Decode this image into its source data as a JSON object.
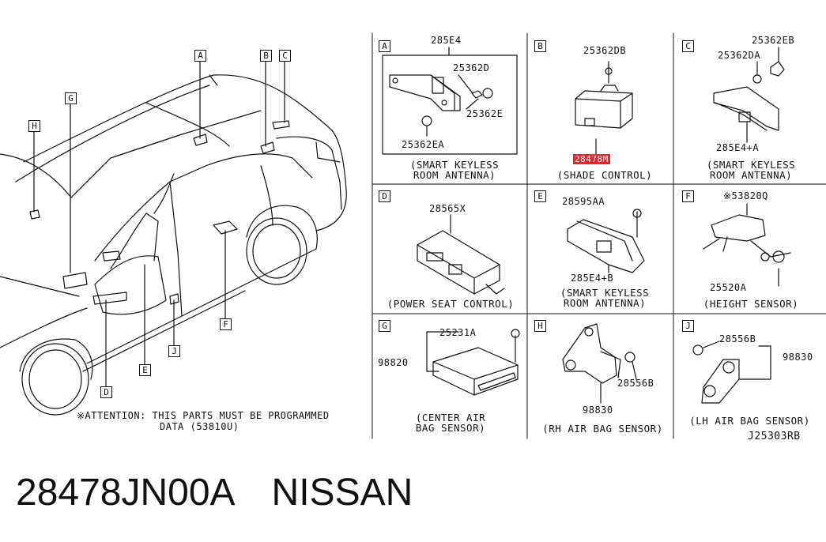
{
  "overview": {
    "markers": [
      "A",
      "B",
      "C",
      "G",
      "H",
      "J",
      "E",
      "F",
      "D"
    ],
    "attention_line1": "※ATTENTION: THIS PARTS MUST BE PROGRAMMED",
    "attention_line2": "DATA (53810U)"
  },
  "panels": {
    "A": {
      "letter": "A",
      "parts": [
        "285E4",
        "25362D",
        "25362E",
        "25362EA"
      ],
      "caption_line1": "(SMART KEYLESS",
      "caption_line2": "ROOM ANTENNA)"
    },
    "B": {
      "letter": "B",
      "parts": [
        "25362DB",
        "28478M"
      ],
      "caption_line1": "(SHADE CONTROL)"
    },
    "C": {
      "letter": "C",
      "parts": [
        "25362EB",
        "25362DA",
        "285E4+A"
      ],
      "caption_line1": "(SMART KEYLESS",
      "caption_line2": "ROOM ANTENNA)"
    },
    "D": {
      "letter": "D",
      "parts": [
        "28565X"
      ],
      "caption_line1": "(POWER SEAT CONTROL)"
    },
    "E": {
      "letter": "E",
      "parts": [
        "28595AA",
        "285E4+B"
      ],
      "caption_line1": "(SMART KEYLESS",
      "caption_line2": "ROOM ANTENNA)"
    },
    "F": {
      "letter": "F",
      "parts": [
        "※53820Q",
        "25520A"
      ],
      "caption_line1": "(HEIGHT SENSOR)"
    },
    "G": {
      "letter": "G",
      "parts": [
        "25231A",
        "98820"
      ],
      "caption_line1": "(CENTER AIR",
      "caption_line2": "BAG SENSOR)"
    },
    "H": {
      "letter": "H",
      "parts": [
        "28556B",
        "98830"
      ],
      "caption_line1": "(RH AIR BAG SENSOR)"
    },
    "J": {
      "letter": "J",
      "parts": [
        "28556B",
        "98830"
      ],
      "caption_line1": "(LH AIR BAG SENSOR)"
    }
  },
  "diagram_code": "J25303RB",
  "footer": {
    "part_number": "28478JN00A",
    "brand": "NISSAN"
  },
  "colors": {
    "highlight": "#e8252a",
    "ink": "#111111"
  }
}
